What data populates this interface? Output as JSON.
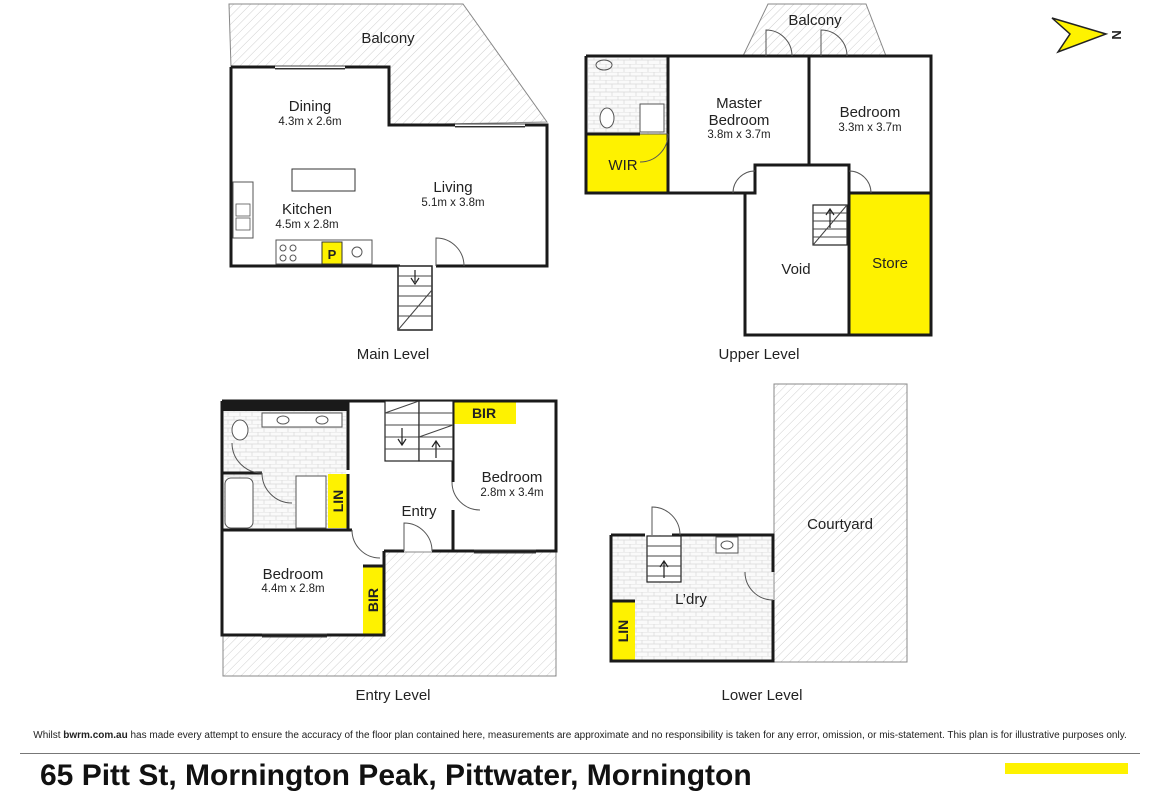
{
  "accent_color": "#fef200",
  "north_label": "N",
  "disclaimer": {
    "prefix": "Whilst ",
    "site": "bwrm.com.au",
    "suffix": " has made every attempt to ensure the accuracy of the floor plan contained here, measurements are approximate and no responsibility is taken for any error, omission, or mis-statement. This plan is for illustrative purposes only."
  },
  "address": "65 Pitt St, Mornington Peak, Pittwater, Mornington",
  "levels": {
    "main": {
      "title": "Main Level",
      "rooms": {
        "balcony": {
          "name": "Balcony"
        },
        "dining": {
          "name": "Dining",
          "size": "4.3m x 2.6m"
        },
        "living": {
          "name": "Living",
          "size": "5.1m x 3.8m"
        },
        "kitchen": {
          "name": "Kitchen",
          "size": "4.5m x 2.8m"
        },
        "pantry": {
          "name": "P"
        }
      }
    },
    "upper": {
      "title": "Upper Level",
      "rooms": {
        "balcony": {
          "name": "Balcony"
        },
        "master": {
          "name_line1": "Master",
          "name_line2": "Bedroom",
          "size": "3.8m x 3.7m"
        },
        "bedroom": {
          "name": "Bedroom",
          "size": "3.3m x 3.7m"
        },
        "wir": {
          "name": "WIR"
        },
        "void": {
          "name": "Void"
        },
        "store": {
          "name": "Store"
        }
      }
    },
    "entry": {
      "title": "Entry Level",
      "rooms": {
        "bir_top": {
          "name": "BIR"
        },
        "bedroom_right": {
          "name": "Bedroom",
          "size": "2.8m x 3.4m"
        },
        "entry": {
          "name": "Entry"
        },
        "lin": {
          "name": "LIN"
        },
        "bedroom_left": {
          "name": "Bedroom",
          "size": "4.4m x 2.8m"
        },
        "bir_side": {
          "name": "BIR"
        }
      }
    },
    "lower": {
      "title": "Lower Level",
      "rooms": {
        "courtyard": {
          "name": "Courtyard"
        },
        "laundry": {
          "name": "L’dry"
        },
        "lin": {
          "name": "LIN"
        }
      }
    }
  }
}
